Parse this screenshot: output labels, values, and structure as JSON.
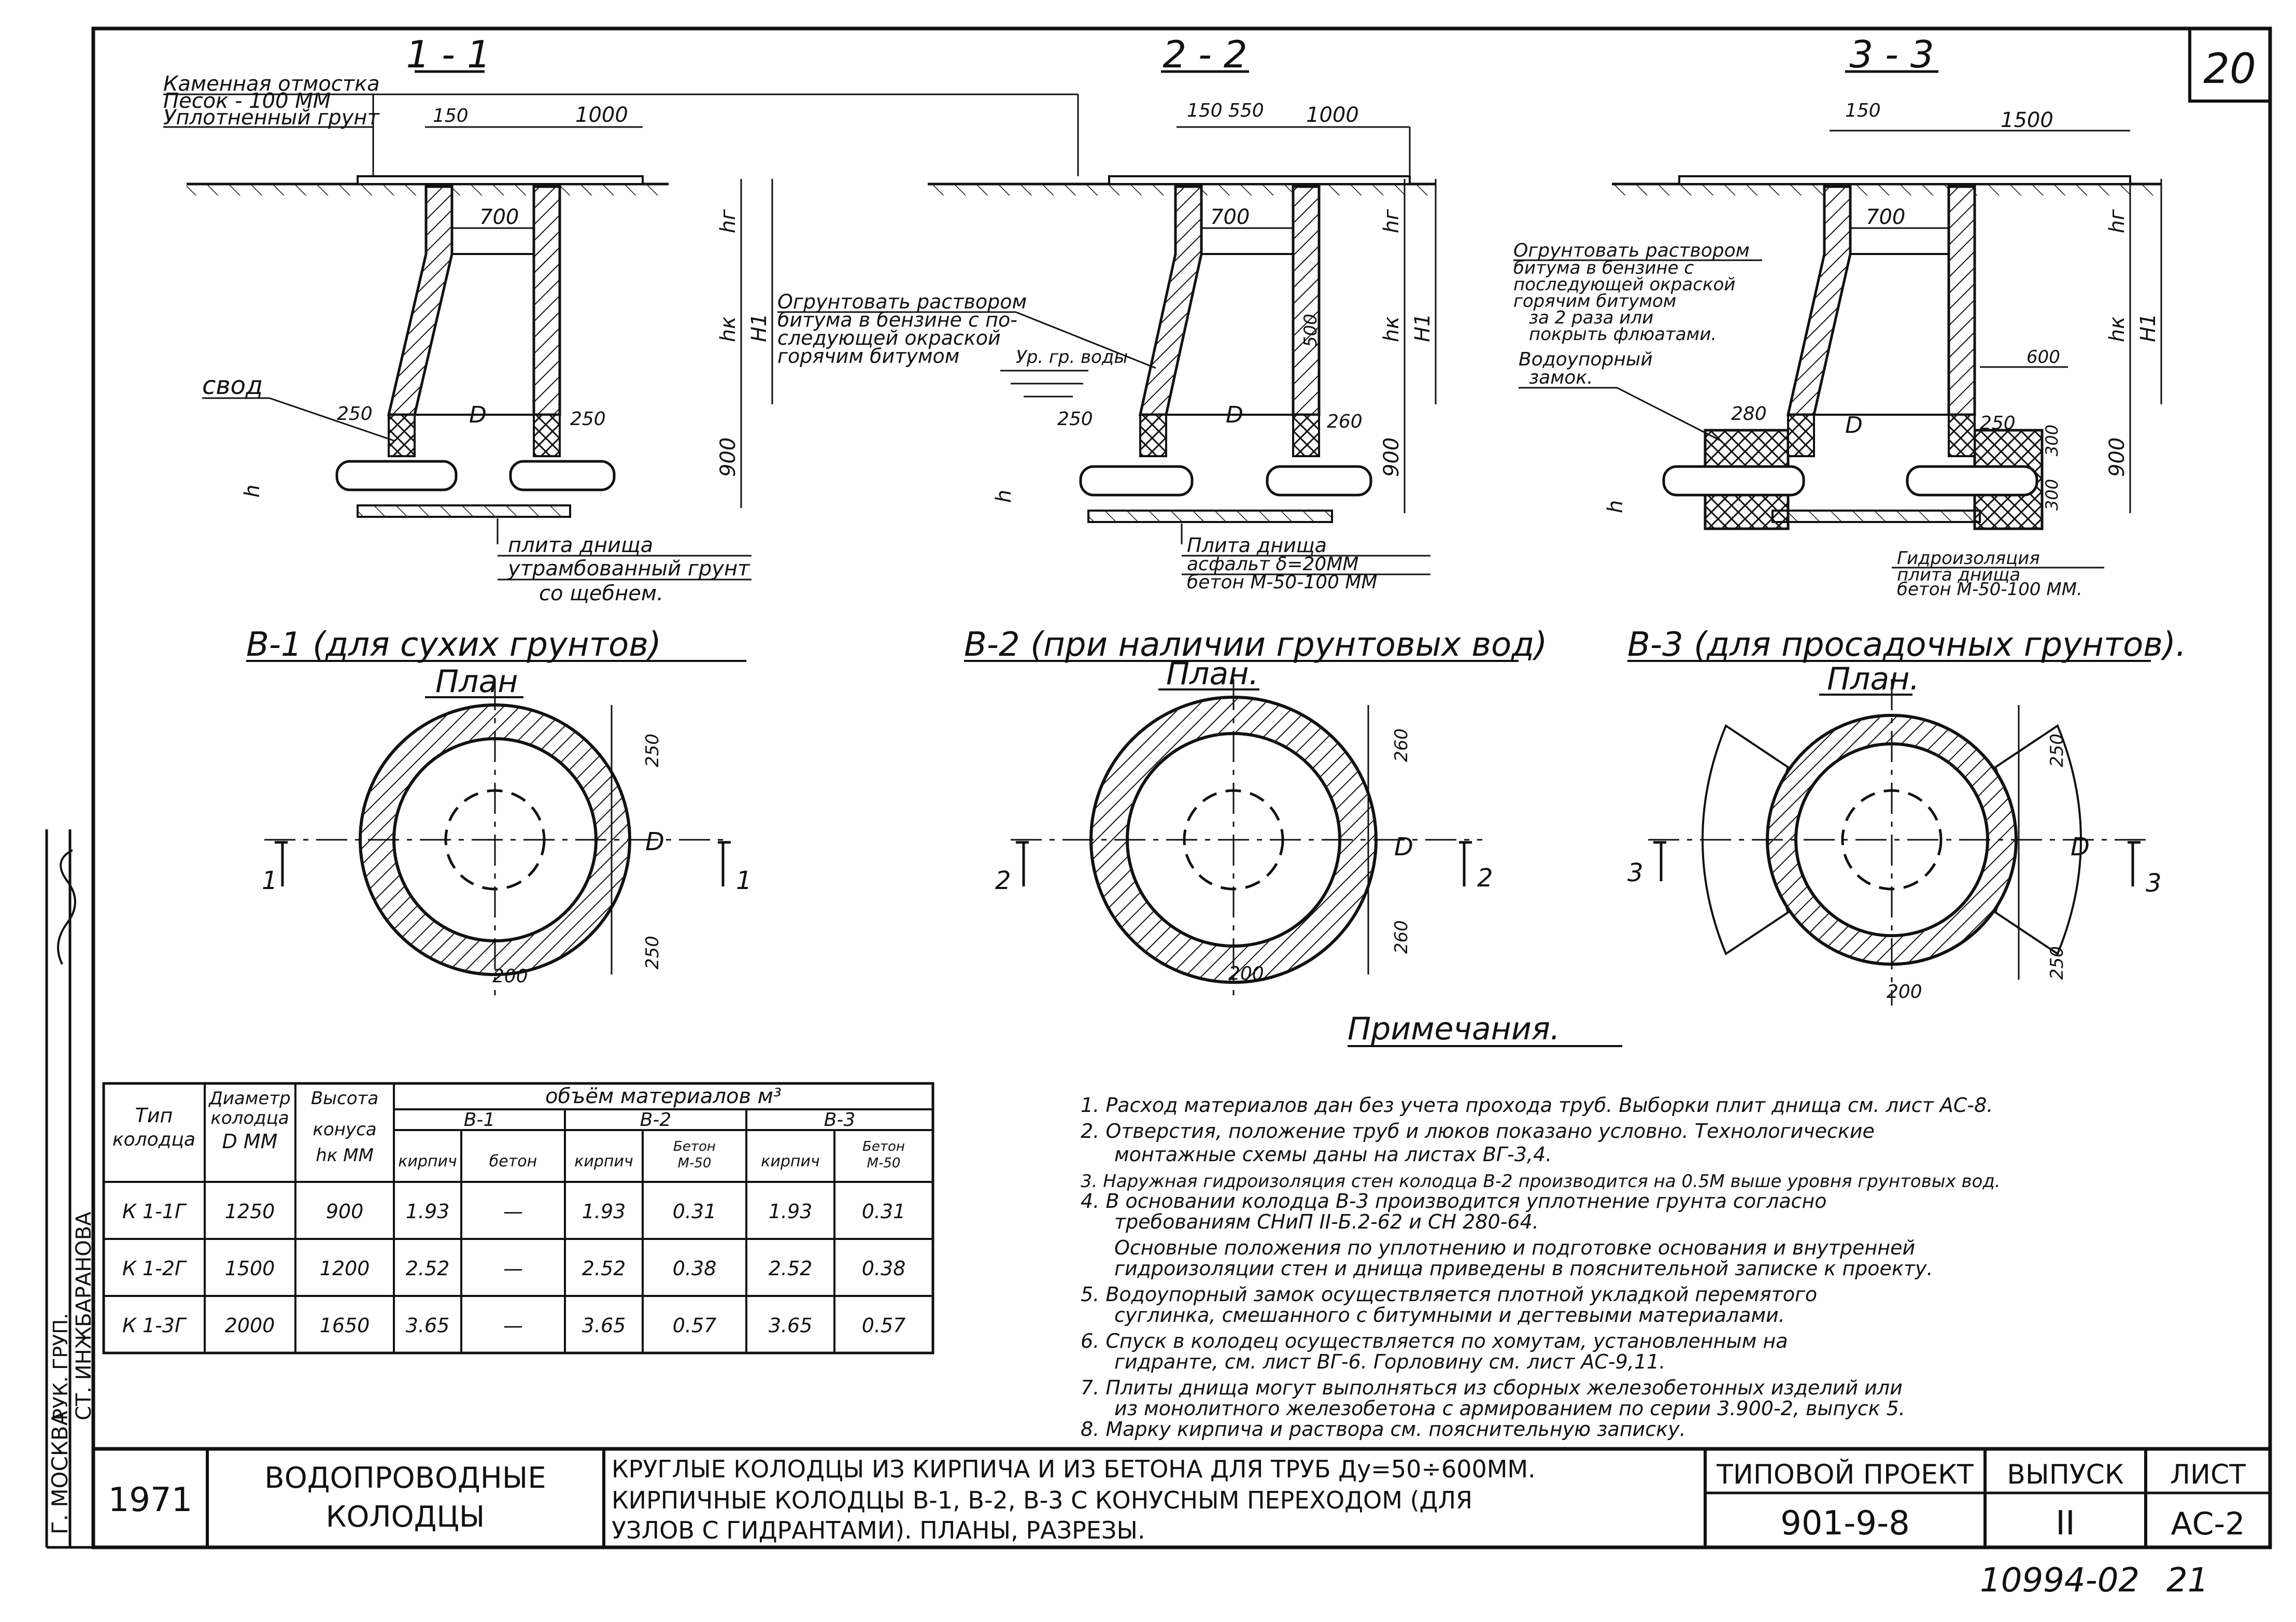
{
  "colors": {
    "ink": "#111111",
    "paper": "#ffffff"
  },
  "sheet_number": "20",
  "section_titles": [
    "1 - 1",
    "2 - 2",
    "3 - 3"
  ],
  "labels": {
    "stone_paving": "Каменная отмостка",
    "sand": "Песок - 100 ММ",
    "compacted_soil": "Уплотненный грунт",
    "arch": "свод",
    "bottom_slab_1_l1": "плита днища",
    "bottom_slab_1_l2": "утрамбованный грунт",
    "bottom_slab_1_l3": "со щебнем.",
    "prime_l1": "Огрунтовать раствором",
    "prime_l2": "битума в бензине с по-",
    "prime_l3": "следующей окраской",
    "prime_l4": "горячим битумом",
    "gw_level": "Ур. гр. воды",
    "bottom_slab_2_l1": "Плита днища",
    "bottom_slab_2_l2": "асфальт δ=20ММ",
    "bottom_slab_2_l3": "бетон М-50-100 ММ",
    "prime3_l1": "Огрунтовать раствором",
    "prime3_l2": "битума в бензине с",
    "prime3_l3": "последующей окраской",
    "prime3_l4": "горячим битумом",
    "prime3_l5": "за 2 раза или",
    "prime3_l6": "покрыть флюатами.",
    "water_lock_l1": "Водоупорный",
    "water_lock_l2": "замок.",
    "bottom_slab_3_l1": "Гидроизоляция",
    "bottom_slab_3_l2": "плита днища",
    "bottom_slab_3_l3": "бетон М-50-100 ММ."
  },
  "dims": {
    "d150": "150",
    "d1000": "1000",
    "d700": "700",
    "d550": "550",
    "d1500": "1500",
    "d250": "250",
    "d260": "260",
    "d280": "280",
    "d900": "900",
    "d500": "500",
    "d600": "600",
    "d300": "300",
    "d200": "200",
    "hr": "hг",
    "hk": "hк",
    "H1": "H1",
    "h": "h",
    "D": "D",
    "s1": "1",
    "s2": "2",
    "s3": "3"
  },
  "plan_titles": {
    "v1": "В-1 (для сухих грунтов)",
    "v2": "В-2 (при наличии грунтовых вод)",
    "v3": "В-3 (для просадочных грунтов).",
    "plan": "План",
    "plan_dot": "План."
  },
  "notes_title": "Примечания.",
  "notes": [
    "1. Расход материалов дан без учета прохода труб. Выборки плит днища см. лист АС-8.",
    "2. Отверстия, положение труб и люков показано условно. Технологические",
    "монтажные схемы даны на листах ВГ-3,4.",
    "3. Наружная гидроизоляция стен колодца В-2 производится на 0.5М выше уровня грунтовых вод.",
    "4. В основании колодца В-3 производится уплотнение грунта согласно",
    "требованиям СНиП II-Б.2-62 и СН 280-64.",
    "Основные положения по уплотнению и подготовке основания и внутренней",
    "гидроизоляции стен и днища приведены в пояснительной записке к проекту.",
    "5. Водоупорный замок осуществляется плотной укладкой перемятого",
    "суглинка, смешанного с битумными и дегтевыми материалами.",
    "6. Спуск в колодец осуществляется по хомутам, установленным на",
    "гидранте, см. лист ВГ-6. Горловину см. лист АС-9,11.",
    "7. Плиты днища могут выполняться из сборных железобетонных изделий или",
    "из монолитного железобетона с армированием по серии 3.900-2, выпуск 5.",
    "8. Марку кирпича и раствора см. пояснительную записку."
  ],
  "table": {
    "h_type": [
      "Тип",
      "колодца"
    ],
    "h_diam": [
      "Диаметр",
      "колодца",
      "D ММ"
    ],
    "h_height": [
      "Высота",
      "конуса",
      "hк ММ"
    ],
    "h_volume": "объём материалов м³",
    "h_v1": "В-1",
    "h_v2": "В-2",
    "h_v3": "В-3",
    "h_brick": "кирпич",
    "h_concrete": "бетон",
    "h_conc_m50": [
      "Бетон",
      "М-50"
    ],
    "rows": [
      [
        "К 1-1Г",
        "1250",
        "900",
        "1.93",
        "—",
        "1.93",
        "0.31",
        "1.93",
        "0.31"
      ],
      [
        "К 1-2Г",
        "1500",
        "1200",
        "2.52",
        "—",
        "2.52",
        "0.38",
        "2.52",
        "0.38"
      ],
      [
        "К 1-3Г",
        "2000",
        "1650",
        "3.65",
        "—",
        "3.65",
        "0.57",
        "3.65",
        "0.57"
      ]
    ]
  },
  "side_stamp": [
    "Г. МОСКВА",
    "СТ. ИНЖ.",
    "БАРАНОВА",
    "РУК. ГРУП."
  ],
  "title_block": {
    "year": "1971",
    "name_l1": "ВОДОПРОВОДНЫЕ",
    "name_l2": "КОЛОДЦЫ",
    "desc_l1": "КРУГЛЫЕ КОЛОДЦЫ ИЗ КИРПИЧА И ИЗ БЕТОНА ДЛЯ ТРУБ Ду=50÷600ММ.",
    "desc_l2": "КИРПИЧНЫЕ КОЛОДЦЫ В-1, В-2, В-3 С КОНУСНЫМ ПЕРЕХОДОМ (ДЛЯ",
    "desc_l3": "УЗЛОВ С ГИДРАНТАМИ). ПЛАНЫ, РАЗРЕЗЫ.",
    "proj_label": "ТИПОВОЙ ПРОЕКТ",
    "proj_value": "901-9-8",
    "issue_label": "ВЫПУСК",
    "issue_value": "II",
    "sheet_label": "ЛИСТ",
    "sheet_value": "АС-2"
  },
  "bottom_code": "10994-02",
  "bottom_page": "21"
}
